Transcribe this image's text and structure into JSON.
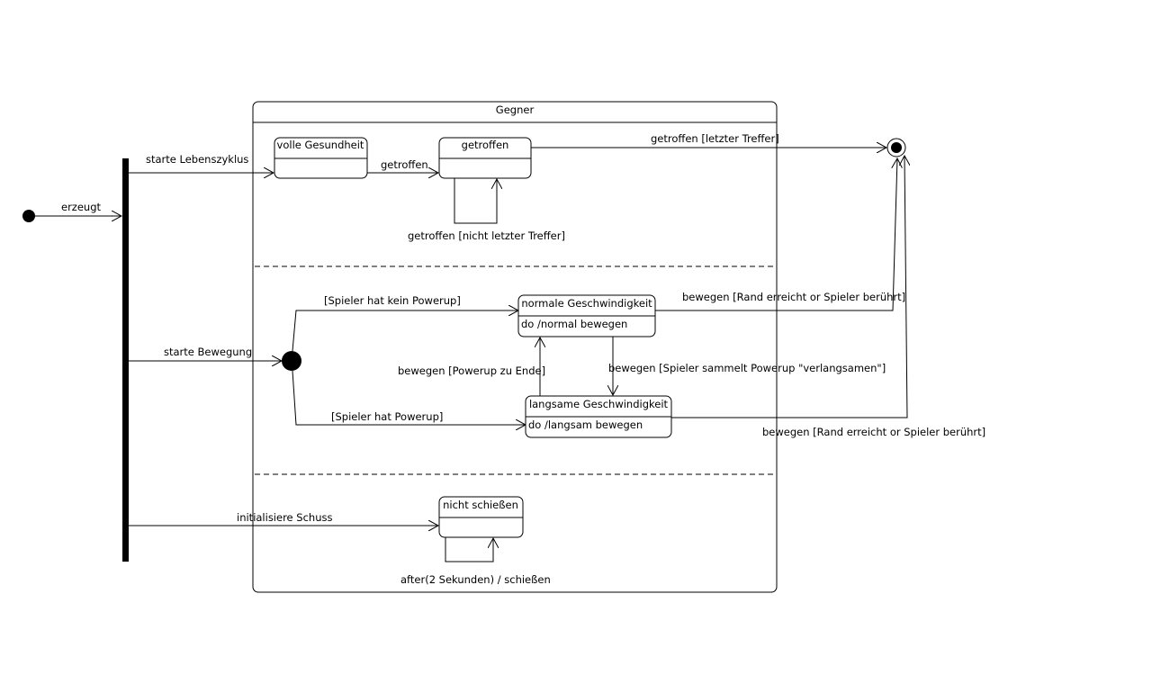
{
  "composite": {
    "title": "Gegner"
  },
  "states": {
    "volle_gesundheit": {
      "name": "volle Gesundheit"
    },
    "getroffen": {
      "name": "getroffen"
    },
    "normale": {
      "name": "normale Geschwindigkeit",
      "activity": "do /normal bewegen"
    },
    "langsame": {
      "name": "langsame Geschwindigkeit",
      "activity": "do /langsam bewegen"
    },
    "nicht_schiessen": {
      "name": "nicht schießen"
    }
  },
  "transitions": {
    "erzeugt": "erzeugt",
    "starte_lebenszyklus": "starte Lebenszyklus",
    "getroffen": "getroffen",
    "getroffen_letzter": "getroffen [letzter Treffer]",
    "getroffen_nicht_letzter": "getroffen [nicht letzter Treffer]",
    "starte_bewegung": "starte Bewegung",
    "kein_powerup": "[Spieler hat kein Powerup]",
    "hat_powerup": "[Spieler hat Powerup]",
    "rand_1": "bewegen [Rand erreicht or Spieler berührt]",
    "rand_2": "bewegen [Rand erreicht or Spieler berührt]",
    "powerup_ende": "bewegen [Powerup zu Ende]",
    "sammelt_powerup": "bewegen [Spieler sammelt Powerup \"verlangsamen\"]",
    "initialisiere_schuss": "initialisiere Schuss",
    "after_schuss": "after(2 Sekunden) / schießen"
  }
}
